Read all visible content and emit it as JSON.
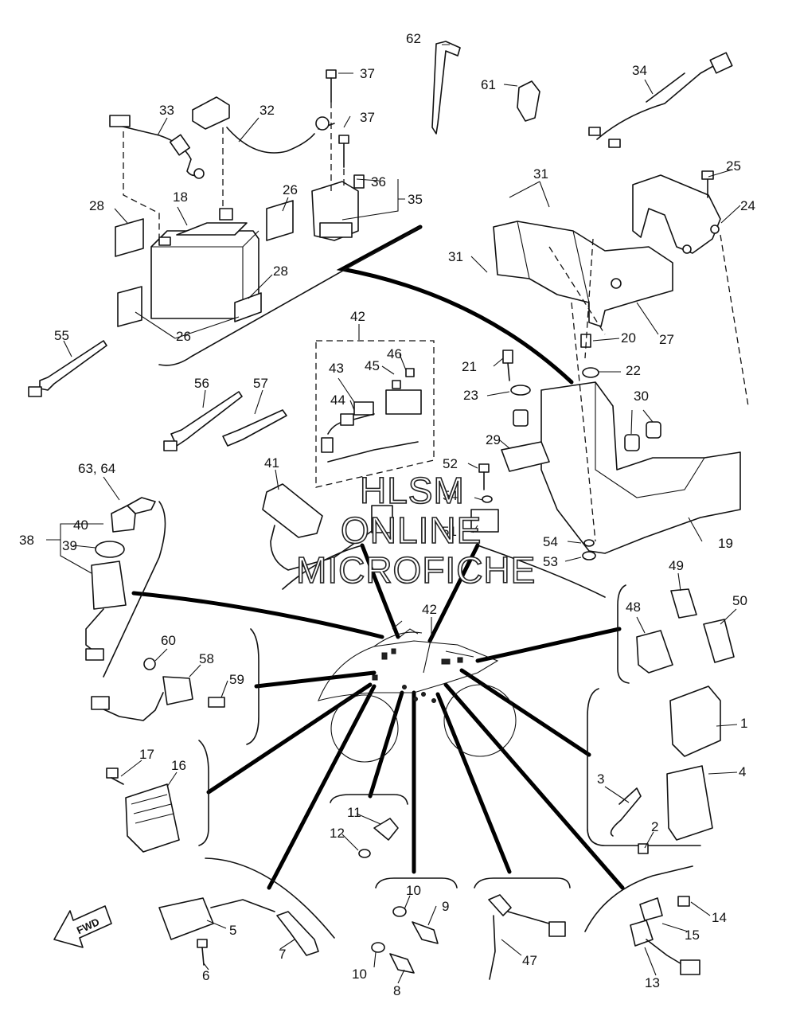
{
  "watermark": {
    "line1": "HLSM",
    "line2": "ONLINE",
    "line3": "MICROFICHE"
  },
  "fwd_label": "FWD",
  "callouts": {
    "c1": "1",
    "c2": "2",
    "c3": "3",
    "c4": "4",
    "c5": "5",
    "c6": "6",
    "c7": "7",
    "c8": "8",
    "c9": "9",
    "c10a": "10",
    "c10b": "10",
    "c11": "11",
    "c12": "12",
    "c13": "13",
    "c14": "14",
    "c15": "15",
    "c16": "16",
    "c17": "17",
    "c18": "18",
    "c19": "19",
    "c20": "20",
    "c21": "21",
    "c22": "22",
    "c23": "23",
    "c24": "24",
    "c25": "25",
    "c26a": "26",
    "c26b": "26",
    "c27": "27",
    "c28a": "28",
    "c28b": "28",
    "c29": "29",
    "c30": "30",
    "c31a": "31",
    "c31b": "31",
    "c32": "32",
    "c33": "33",
    "c34": "34",
    "c35": "35",
    "c36": "36",
    "c37a": "37",
    "c37b": "37",
    "c38": "38",
    "c39": "39",
    "c40": "40",
    "c41": "41",
    "c42a": "42",
    "c42b": "42",
    "c43": "43",
    "c44": "44",
    "c45": "45",
    "c46": "46",
    "c47": "47",
    "c48": "48",
    "c49": "49",
    "c50": "50",
    "c51": "51",
    "c52": "52",
    "c53": "53",
    "c54a": "54",
    "c54b": "54",
    "c55": "55",
    "c56": "56",
    "c57": "57",
    "c58": "58",
    "c59": "59",
    "c60": "60",
    "c61": "61",
    "c62": "62",
    "c6364": "63, 64"
  }
}
